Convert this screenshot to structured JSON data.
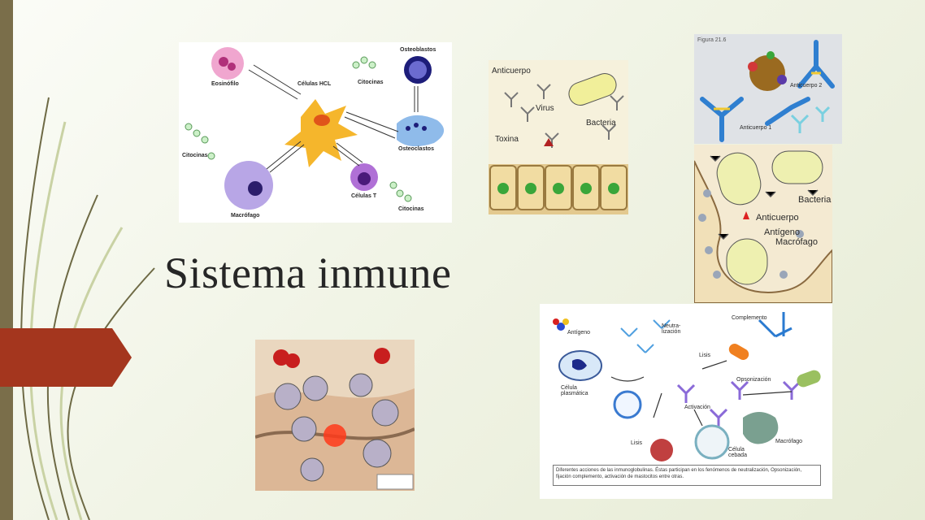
{
  "slide": {
    "title": "Sistema inmune",
    "accent_color": "#a4361e",
    "bar_color": "#7a6e4a"
  },
  "panel_hcl": {
    "labels": {
      "eosinofilo": "Eosinófilo",
      "celulas_hcl": "Células HCL",
      "osteoblastos": "Osteoblastos",
      "osteoclastos": "Osteoclastos",
      "citocinas_top": "Citocinas",
      "citocinas_left": "Citocinas",
      "citocinas_right": "Citocinas",
      "macrofago": "Macrófago",
      "celulas_t": "Células T"
    }
  },
  "panel_anticuerpo": {
    "anticuerpo": "Anticuerpo",
    "virus": "Virus",
    "bacteria": "Bacteria",
    "toxina": "Toxina"
  },
  "panel_antigen": {
    "figure_label": "Figura 21.6",
    "anticuerpo_1": "Anticuerpo 1",
    "anticuerpo_2": "Anticuerpo 2"
  },
  "panel_macrofago": {
    "bacteria": "Bacteria",
    "anticuerpo": "Anticuerpo",
    "antigeno": "Antígeno",
    "macrofago": "Macrófago"
  },
  "panel_functions": {
    "antigeno": "Antígeno",
    "neutralizacion": "Neutra-\nlización",
    "complemento": "Complemento",
    "lisis_top": "Lisis",
    "celula_plasmatica": "Célula\nplasmática",
    "opsonizacion": "Opsonización",
    "activacion": "Activación",
    "lisis_bottom": "Lisis",
    "celula_cebada": "Célula\ncebada",
    "macrofago": "Macrófago",
    "caption": "Diferentes acciones de las inmunoglobulinas. Éstas participan en los fenómenos de neutralización, Opsonización, fijación complemento, activación de mastocitos entre otras."
  }
}
